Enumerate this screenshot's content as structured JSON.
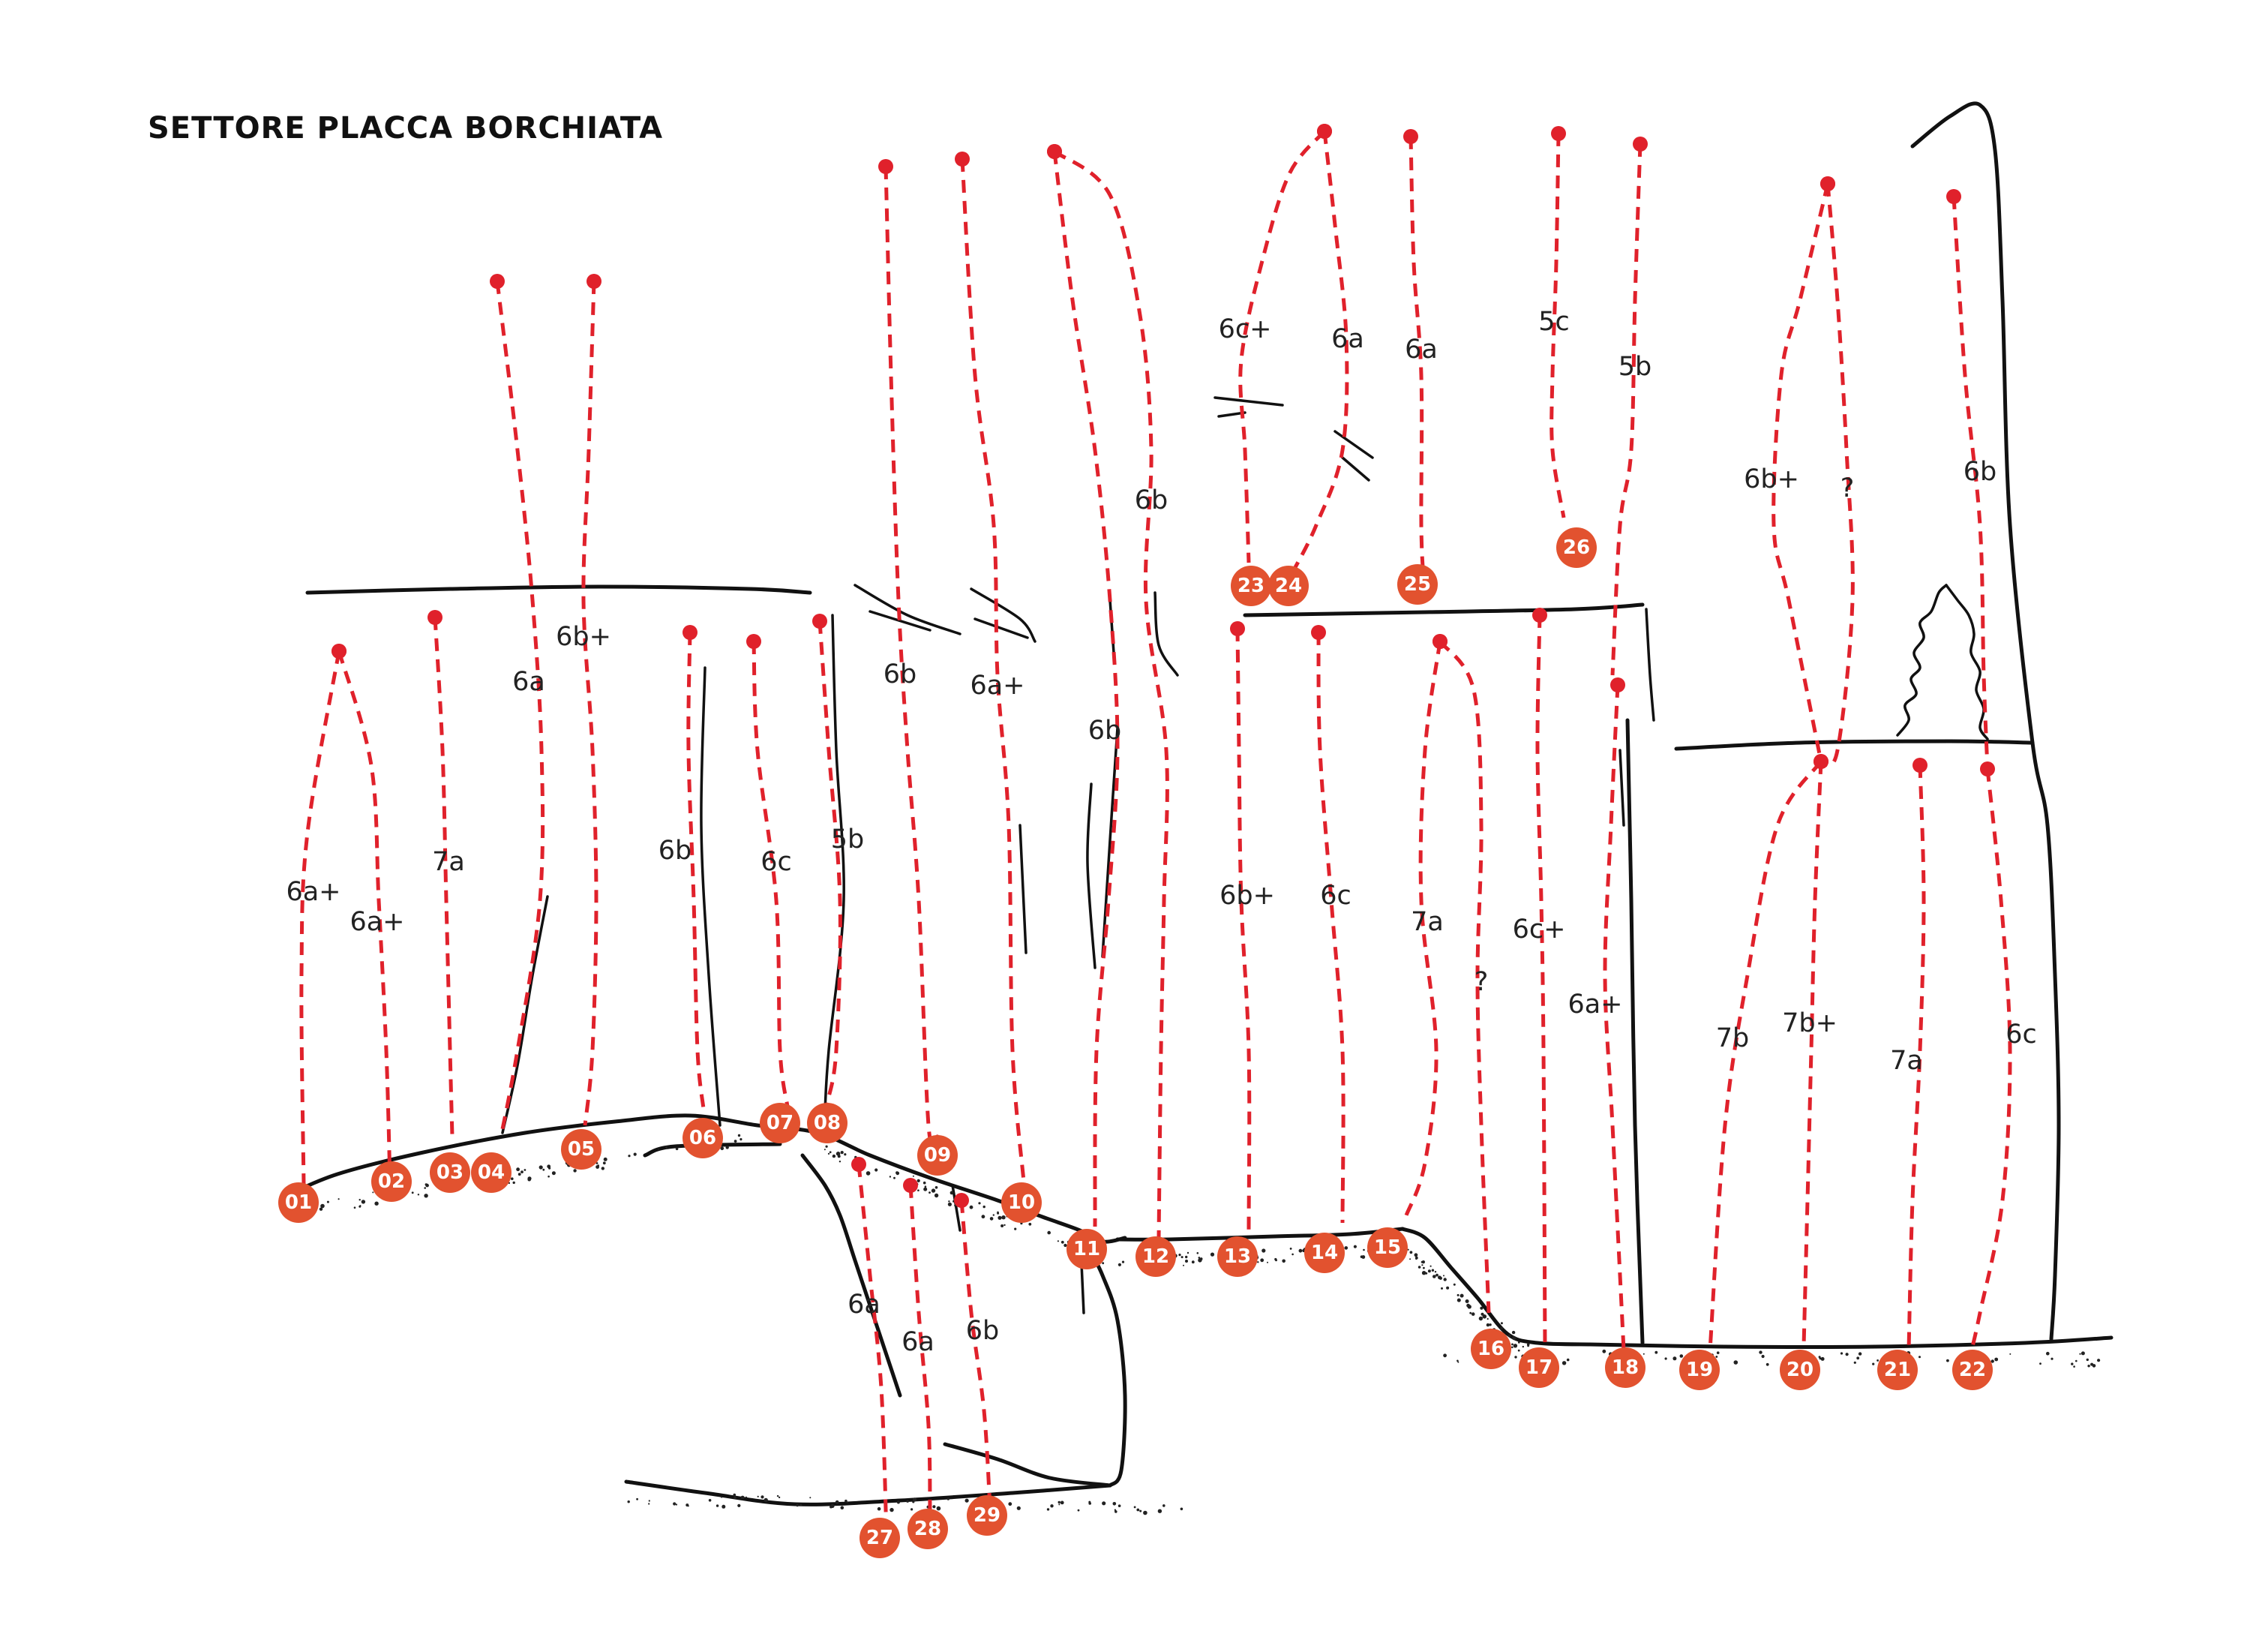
{
  "title": "SETTORE PLACCA BORCHIATA",
  "colors": {
    "route": "#e0212b",
    "badge": "#e2522f",
    "rock": "#111111"
  },
  "routes": [
    {
      "number": "01",
      "grade": "6a+"
    },
    {
      "number": "02",
      "grade": "6a+"
    },
    {
      "number": "03",
      "grade": "7a"
    },
    {
      "number": "04",
      "grade": "6a"
    },
    {
      "number": "05",
      "grade": "6b+"
    },
    {
      "number": "06",
      "grade": "6b"
    },
    {
      "number": "07",
      "grade": "6c"
    },
    {
      "number": "08",
      "grade": "5b"
    },
    {
      "number": "09",
      "grade": "6b"
    },
    {
      "number": "10",
      "grade": "6a+"
    },
    {
      "number": "11",
      "grade": "6b"
    },
    {
      "number": "12",
      "grade": "6b"
    },
    {
      "number": "13",
      "grade": "6b+"
    },
    {
      "number": "14",
      "grade": "6c"
    },
    {
      "number": "15",
      "grade": "7a"
    },
    {
      "number": "16",
      "grade": "?"
    },
    {
      "number": "17",
      "grade": "6c+"
    },
    {
      "number": "18",
      "grade": "6a+"
    },
    {
      "number": "19",
      "grade": "7b"
    },
    {
      "number": "20",
      "grade": "7b+"
    },
    {
      "number": "21",
      "grade": "7a"
    },
    {
      "number": "22",
      "grade": "6c"
    },
    {
      "number": "23",
      "grade": "6c+"
    },
    {
      "number": "24",
      "grade": "6a"
    },
    {
      "number": "25",
      "grade": "6a"
    },
    {
      "number": "26",
      "grade": "5c"
    },
    {
      "number": "27",
      "grade": "6a"
    },
    {
      "number": "28",
      "grade": "6a"
    },
    {
      "number": "29",
      "grade": "6b"
    },
    {
      "number": "",
      "grade": "5b"
    },
    {
      "number": "",
      "grade": "6b+"
    },
    {
      "number": "",
      "grade": "?"
    },
    {
      "number": "",
      "grade": "6b"
    }
  ]
}
